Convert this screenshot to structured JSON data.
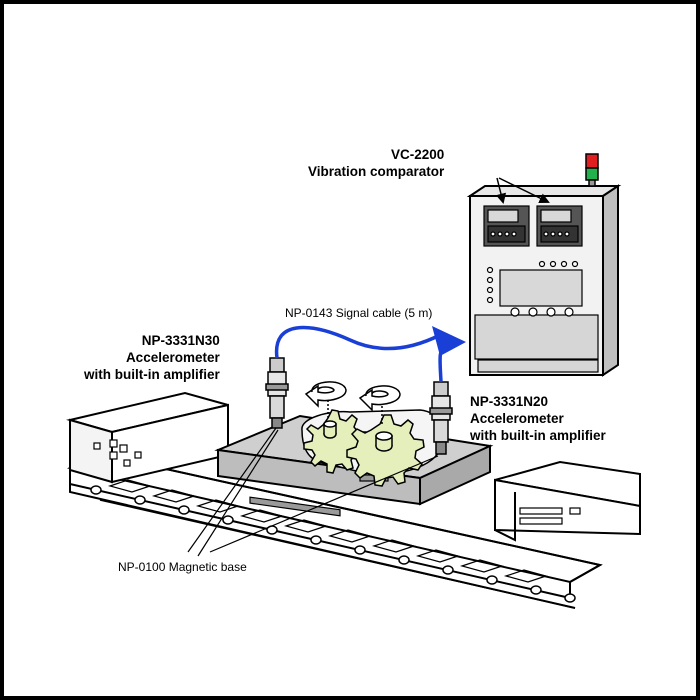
{
  "labels": {
    "comparator_model": "VC-2200",
    "comparator_desc": "Vibration comparator",
    "signal_cable": "NP-0143 Signal cable (5 m)",
    "accel_left_model": "NP-3331N30",
    "accel_left_desc1": "Accelerometer",
    "accel_left_desc2": "with built-in amplifier",
    "accel_right_model": "NP-3331N20",
    "accel_right_desc1": "Accelerometer",
    "accel_right_desc2": "with built-in amplifier",
    "magnetic_base": "NP-0100 Magnetic base"
  },
  "colors": {
    "cable": "#1a3fd6",
    "gear": "#e4efbb",
    "indicator_red": "#e02020",
    "indicator_green": "#22b14c",
    "display": "#d8d8d8",
    "panel": "#f2f2f2"
  }
}
